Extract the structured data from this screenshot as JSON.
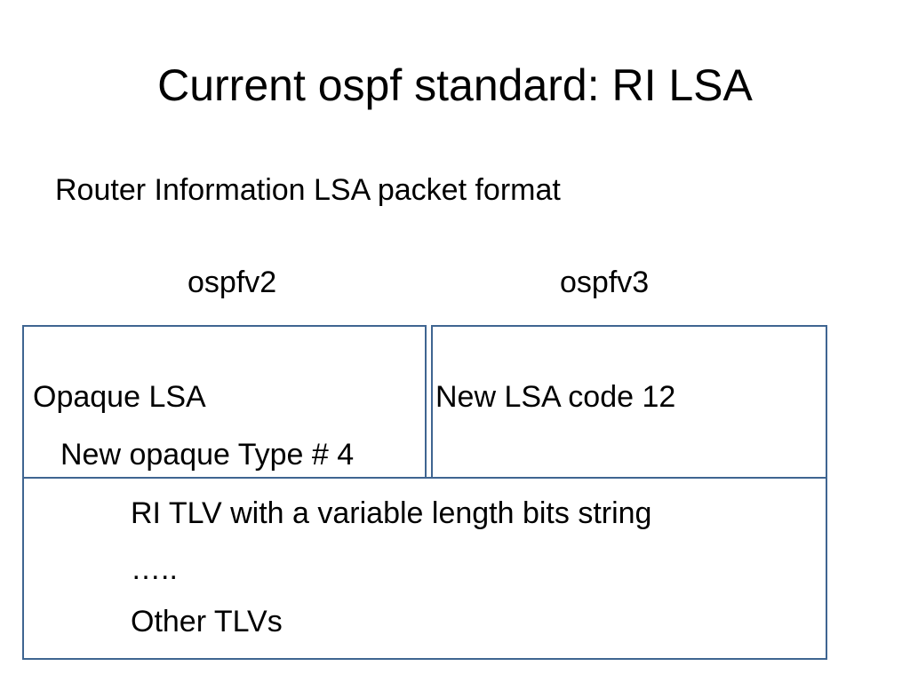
{
  "slide": {
    "title": "Current ospf standard: RI LSA",
    "subtitle": "Router Information LSA packet format"
  },
  "columns": {
    "v2": {
      "header": "ospfv2",
      "line1": "Opaque LSA",
      "line2": "New opaque Type # 4"
    },
    "v3": {
      "header": "ospfv3",
      "line1": "New LSA  code 12"
    }
  },
  "tlv_box": {
    "line1": "RI TLV with a variable length bits string",
    "line2": "…..",
    "line3": "Other TLVs"
  },
  "colors": {
    "box_border": "#3f6591"
  }
}
